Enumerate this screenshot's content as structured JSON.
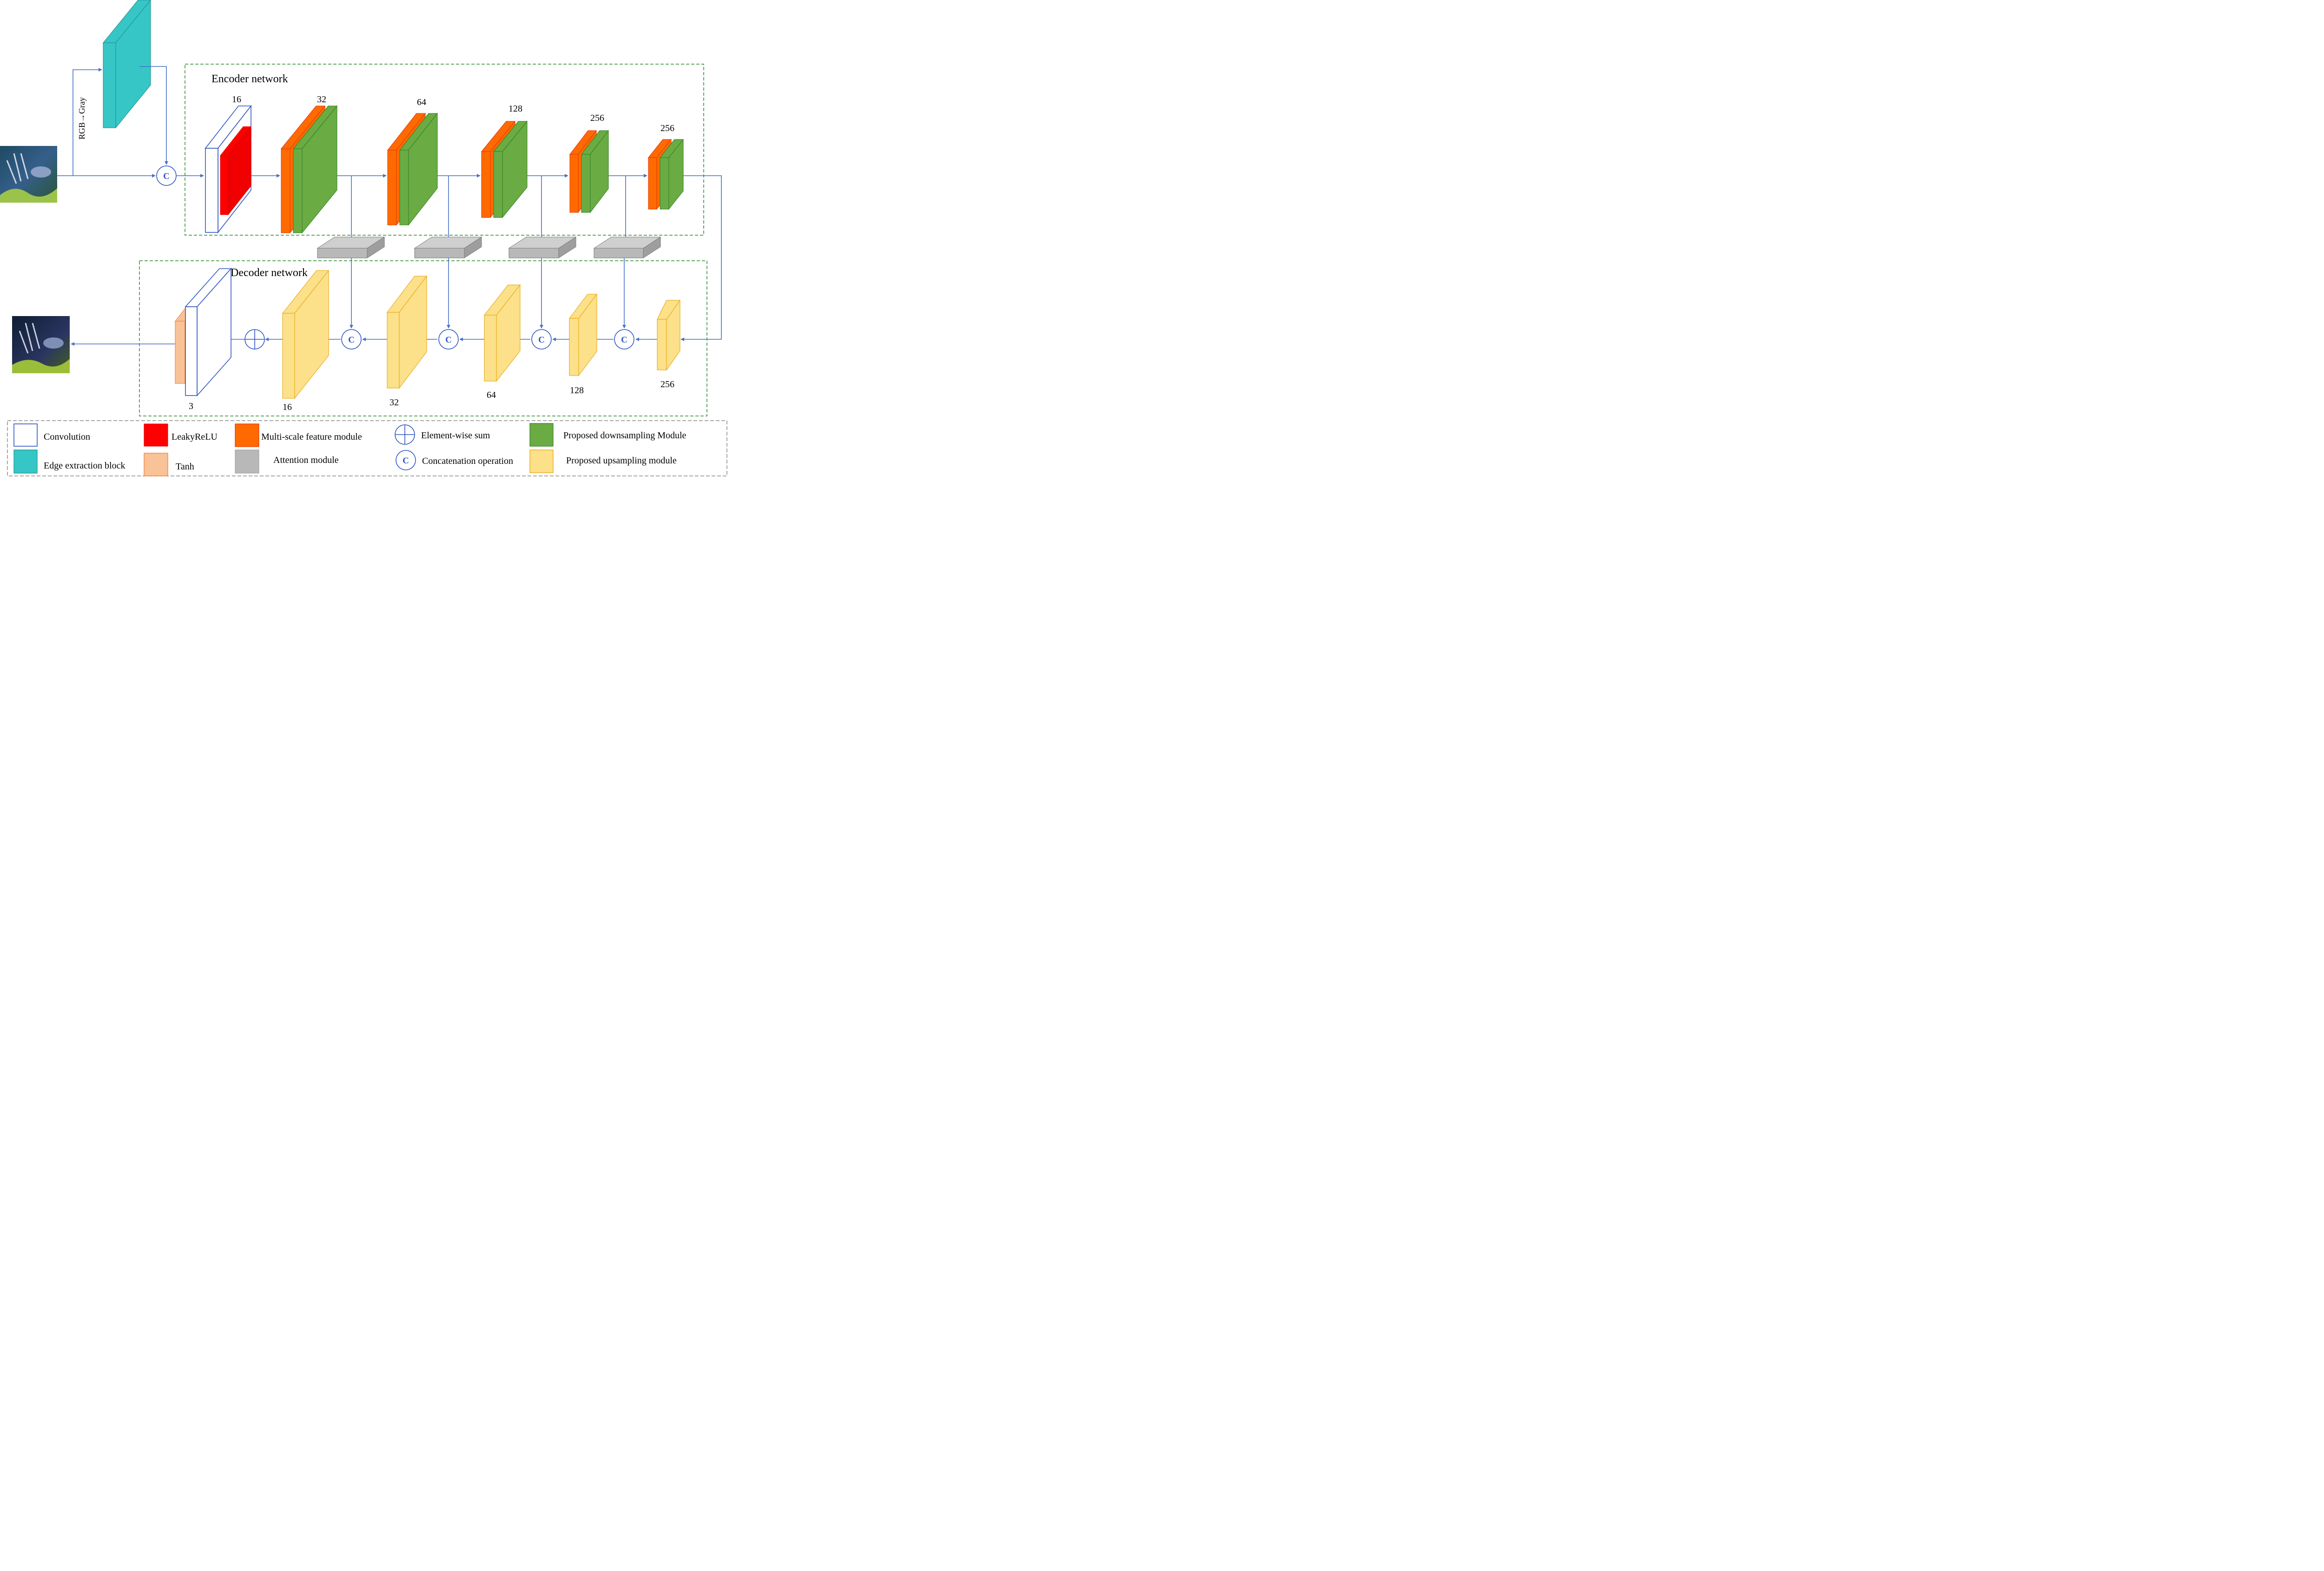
{
  "sections": {
    "encoder_title": "Encoder network",
    "decoder_title": "Decoder network"
  },
  "input_transform_label": "RGB→Gray",
  "concat_symbol": "C",
  "encoder_channels": [
    "16",
    "32",
    "64",
    "128",
    "256",
    "256"
  ],
  "decoder_channels": [
    "3",
    "16",
    "32",
    "64",
    "128",
    "256"
  ],
  "legend": {
    "convolution": "Convolution",
    "leaky_relu": "LeakyReLU",
    "multiscale": "Multi-scale feature module",
    "element_sum": "Element-wise sum",
    "downsampling": "Proposed downsampling Module",
    "edge_extraction": "Edge extraction block",
    "tanh": "Tanh",
    "attention": "Attention module",
    "concatenation": "Concatenation operation",
    "upsampling": "Proposed upsampling module"
  },
  "colors": {
    "flow_line": "#4472c4",
    "convolution_edge": "#2f55c4",
    "leaky_relu": "#ff0000",
    "multiscale": "#ff6a00",
    "downsampling": "#6aab44",
    "edge_extraction": "#37c6c6",
    "tanh": "#f9c297",
    "attention": "#b8b8b8",
    "upsampling": "#fce08a",
    "section_border": "#2e8b2e"
  }
}
